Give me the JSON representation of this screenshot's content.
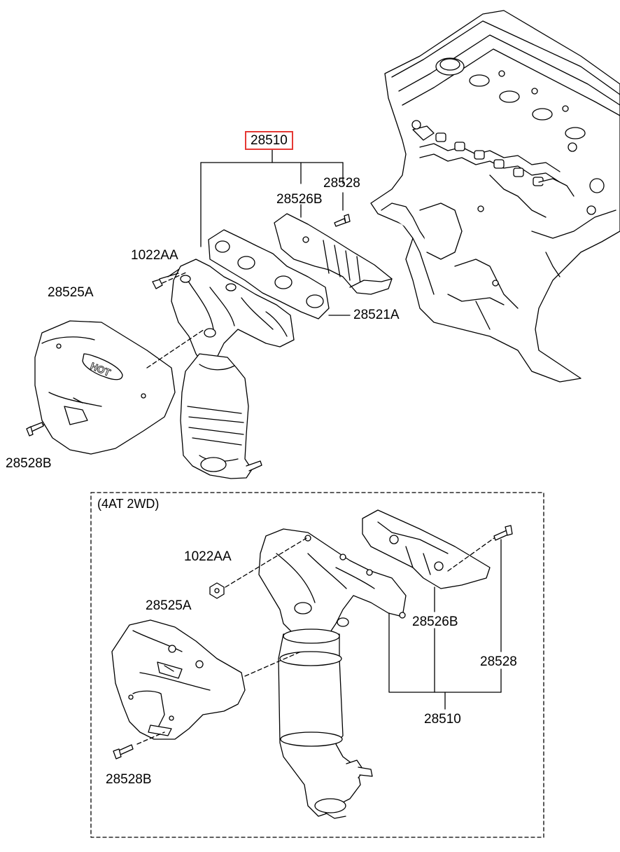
{
  "diagram": {
    "top": {
      "labels": {
        "main_assembly": "28510",
        "heat_shield_upper": "28526B",
        "bolt_upper": "28528",
        "nut": "1022AA",
        "heat_shield_lower": "28525A",
        "gasket": "28521A",
        "bolt_lower": "28528B"
      },
      "shield_text": "HOT"
    },
    "bottom": {
      "section_title": "(4AT 2WD)",
      "labels": {
        "nut": "1022AA",
        "heat_shield_lower": "28525A",
        "heat_shield_upper": "28526B",
        "bolt_upper": "28528",
        "main_assembly": "28510",
        "bolt_lower": "28528B"
      }
    },
    "highlight_color": "#e53935"
  }
}
